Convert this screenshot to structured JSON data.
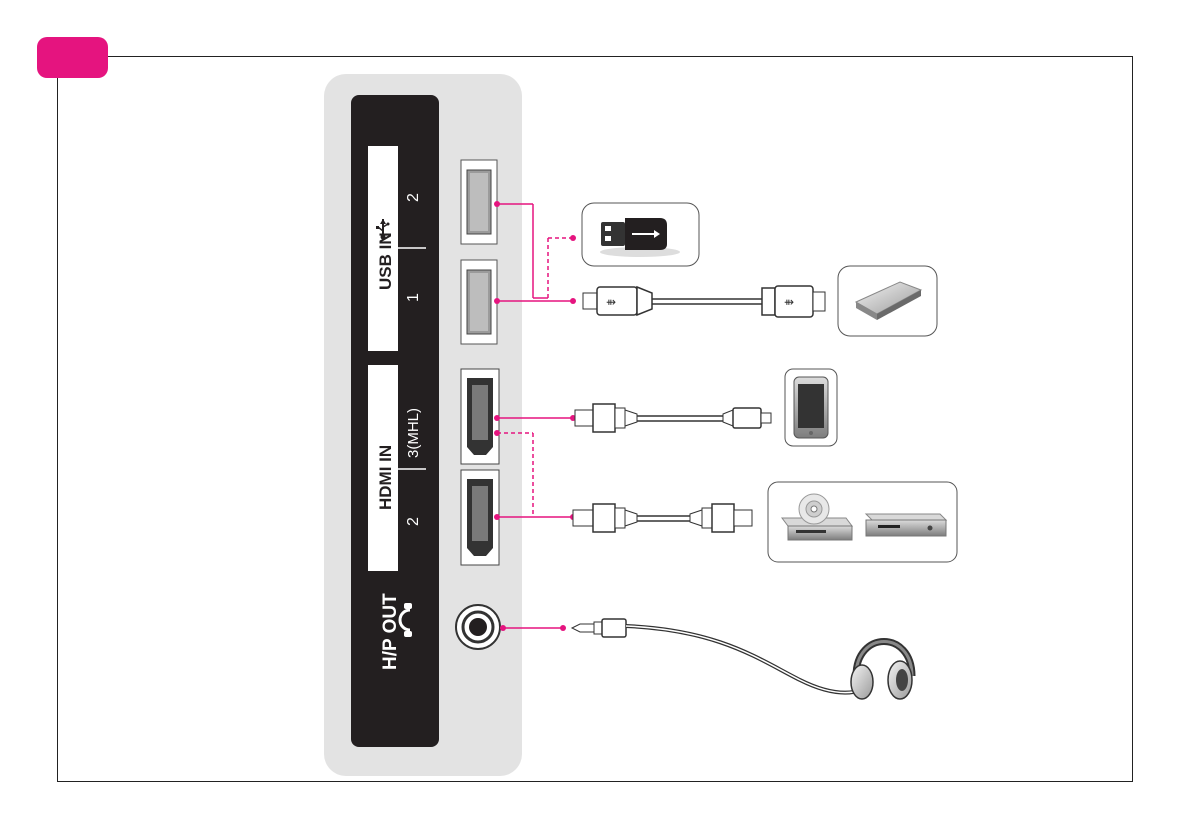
{
  "labels": {
    "usb_title": "USB IN",
    "usb_port2": "2",
    "usb_port1": "1",
    "hdmi_title": "HDMI IN",
    "hdmi_port3": "3(MHL)",
    "hdmi_port2": "2",
    "hp_title": "H/P OUT"
  },
  "icons": [
    "usb-symbol-icon",
    "usb-flash-drive-icon",
    "usb-hard-drive-icon",
    "smartphone-icon",
    "dvd-player-icon",
    "set-top-box-icon",
    "headphones-icon",
    "headphone-symbol-icon"
  ],
  "colors": {
    "accent": "#e5147f",
    "panel": "#e3e3e3",
    "label_bar": "#231f20"
  }
}
